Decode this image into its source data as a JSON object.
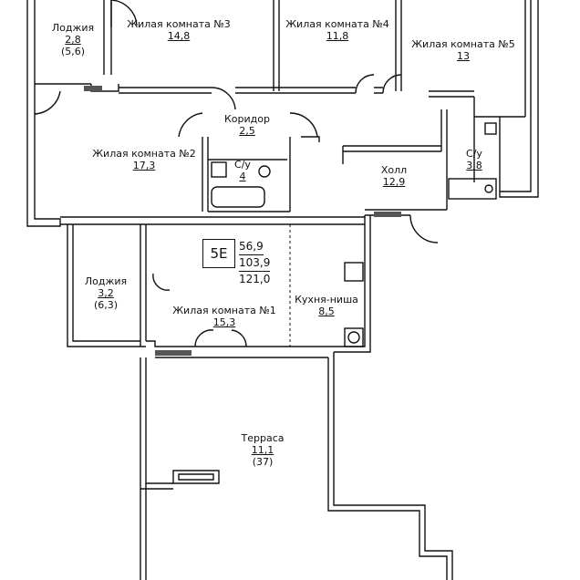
{
  "apartment": {
    "code": "5E",
    "areas": [
      "56,9",
      "103,9",
      "121,0"
    ]
  },
  "rooms": [
    {
      "name": "Лоджия",
      "area": "2,8",
      "sub": "(5,6)"
    },
    {
      "name": "Жилая комната №3",
      "area": "14,8"
    },
    {
      "name": "Жилая комната №4",
      "area": "11,8"
    },
    {
      "name": "Жилая комната №5",
      "area": "13"
    },
    {
      "name": "Коридор",
      "area": "2,5"
    },
    {
      "name": "Жилая комната №2",
      "area": "17,3"
    },
    {
      "name": "С/у",
      "area": "4"
    },
    {
      "name": "Холл",
      "area": "12,9"
    },
    {
      "name": "С/у",
      "area": "3,8"
    },
    {
      "name": "Лоджия",
      "area": "3,2",
      "sub": "(6,3)"
    },
    {
      "name": "Жилая комната №1",
      "area": "15,3"
    },
    {
      "name": "Кухня-ниша",
      "area": "8,5"
    },
    {
      "name": "Терраса",
      "area": "11,1",
      "sub": "(37)"
    }
  ]
}
